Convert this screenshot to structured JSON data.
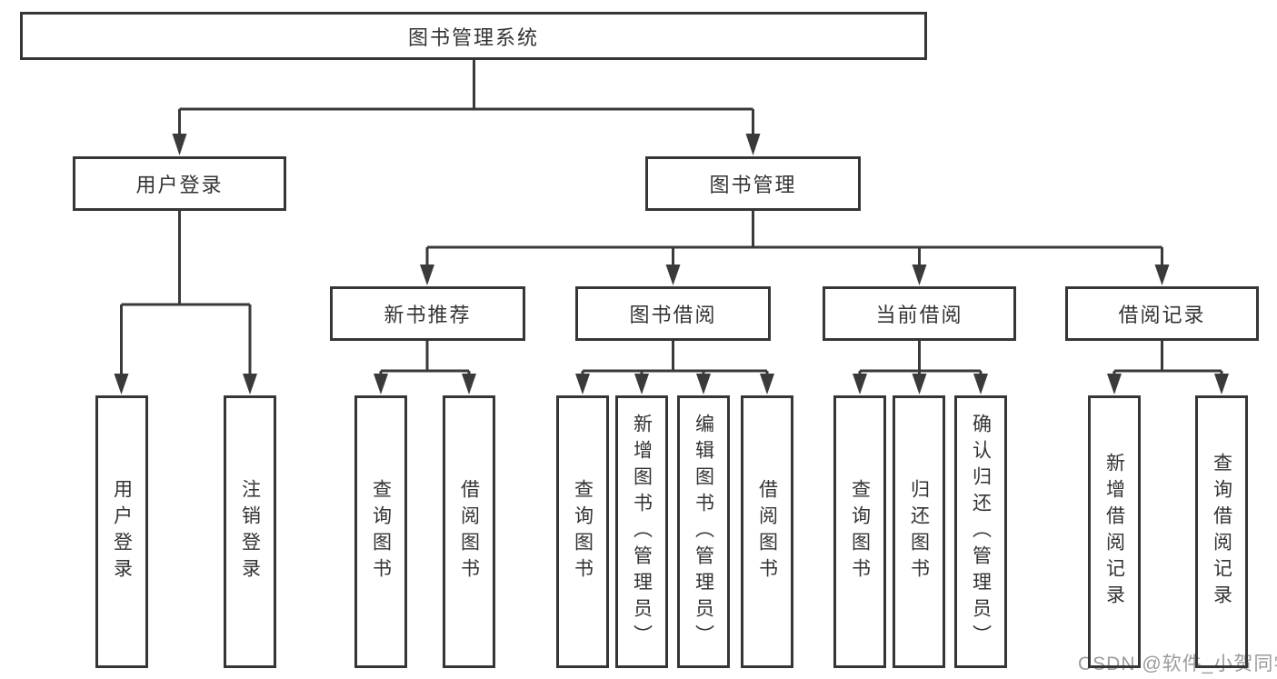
{
  "tree": {
    "root": {
      "label": "图书管理系统"
    },
    "level2": [
      {
        "label": "用户登录",
        "children": [
          {
            "label": "用户登录"
          },
          {
            "label": "注销登录"
          }
        ]
      },
      {
        "label": "图书管理"
      }
    ],
    "level3": [
      {
        "label": "新书推荐",
        "children": [
          {
            "label": "查询图书"
          },
          {
            "label": "借阅图书"
          }
        ]
      },
      {
        "label": "图书借阅",
        "children": [
          {
            "label": "查询图书"
          },
          {
            "label": "新增图书（管理员）"
          },
          {
            "label": "编辑图书（管理员）"
          },
          {
            "label": "借阅图书"
          }
        ]
      },
      {
        "label": "当前借阅",
        "children": [
          {
            "label": "查询图书"
          },
          {
            "label": "归还图书"
          },
          {
            "label": "确认归还（管理员）"
          }
        ]
      },
      {
        "label": "借阅记录",
        "children": [
          {
            "label": "新增借阅记录"
          },
          {
            "label": "查询借阅记录"
          }
        ]
      }
    ]
  },
  "watermark": {
    "text": "CSDN @软件_小贺同学"
  },
  "colors": {
    "line": "#3a3a3a",
    "border": "#363636",
    "text": "#333333",
    "background": "#ffffff",
    "watermark": "#9b9b9b"
  }
}
